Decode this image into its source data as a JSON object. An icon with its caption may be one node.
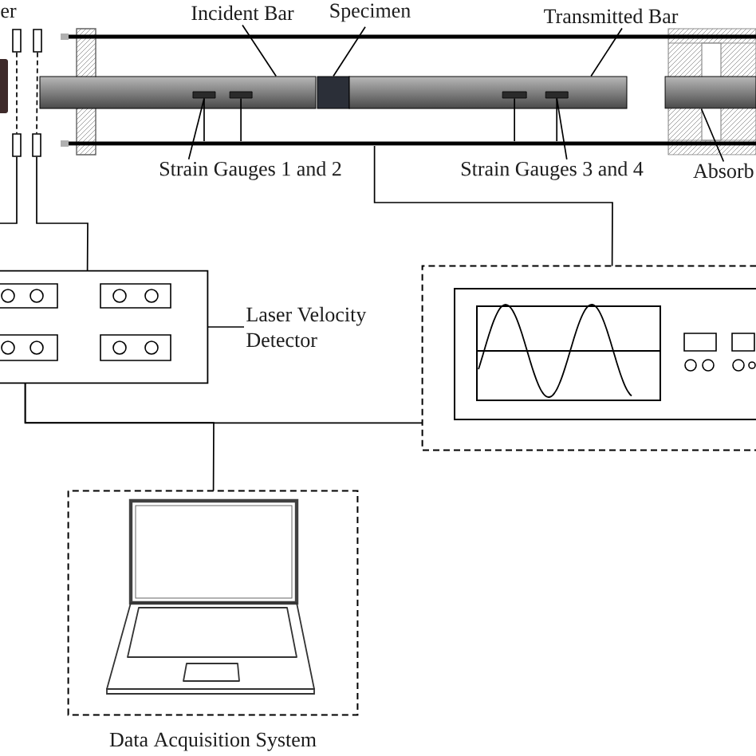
{
  "diagram": {
    "nodes": [
      {
        "text": [
          "Incident Bar"
        ]
      },
      {
        "text": [
          "Specimen"
        ]
      },
      {
        "text": [
          "Transmitted Bar"
        ]
      },
      {
        "text": [],
        "shape": "box"
      },
      {
        "text": [],
        "shape": "box"
      },
      {
        "text": [],
        "shape": "bar"
      },
      {
        "text": [],
        "shape": "box"
      },
      {
        "text": [],
        "shape": "bar"
      },
      {
        "text": [],
        "shape": "bar"
      },
      {
        "text": [],
        "shape": "box",
        "in": 5
      },
      {
        "text": [],
        "shape": "box",
        "in": 5
      },
      {
        "text": [],
        "shape": "box",
        "in": 7
      },
      {
        "text": [],
        "shape": "box",
        "in": 7
      },
      {
        "text": [],
        "shape": "box"
      },
      {
        "text": [],
        "shape": "box"
      },
      {
        "text": [],
        "shape": "bar"
      },
      {
        "text": [
          "Strain Gauges 1 and 2"
        ]
      },
      {
        "text": [
          "Strain Gauges 3 and 4"
        ]
      },
      {
        "text": [
          "Absorb"
        ]
      },
      {
        "text": [],
        "shape": "box"
      },
      {
        "text": [
          "Laser Velocity Detector"
        ]
      },
      {
        "text": [],
        "shape": "box"
      },
      {
        "text": [
          "Data Acquisition System"
        ]
      }
    ],
    "edges": [
      {
        "from": 0,
        "to": 5,
        "arrow": "none"
      },
      {
        "from": 1,
        "to": 6,
        "arrow": "none"
      },
      {
        "from": 2,
        "to": 7,
        "arrow": "none"
      },
      {
        "from": 16,
        "to": 9,
        "arrow": "none"
      },
      {
        "from": 17,
        "to": 12,
        "arrow": "none"
      },
      {
        "from": 18,
        "to": 8,
        "arrow": "none"
      },
      {
        "from": 9,
        "to": 15,
        "arrow": "none"
      },
      {
        "from": 10,
        "to": 15,
        "arrow": "none"
      },
      {
        "from": 11,
        "to": 15,
        "arrow": "none"
      },
      {
        "from": 12,
        "to": 15,
        "arrow": "none"
      },
      {
        "from": 3,
        "to": 13,
        "arrow": "none",
        "style": "dashed"
      },
      {
        "from": 4,
        "to": 14,
        "arrow": "none",
        "style": "dashed"
      },
      {
        "from": 13,
        "to": null,
        "arrow": "none"
      },
      {
        "from": 14,
        "to": 19,
        "arrow": "none"
      },
      {
        "from": 20,
        "to": 19,
        "arrow": "none"
      },
      {
        "from": 15,
        "to": 21,
        "arrow": "none"
      },
      {
        "from": 19,
        "to": 21,
        "arrow": "none"
      },
      {
        "from": 19,
        "to": 22,
        "arrow": "none"
      }
    ],
    "labels": [
      "er"
    ]
  }
}
